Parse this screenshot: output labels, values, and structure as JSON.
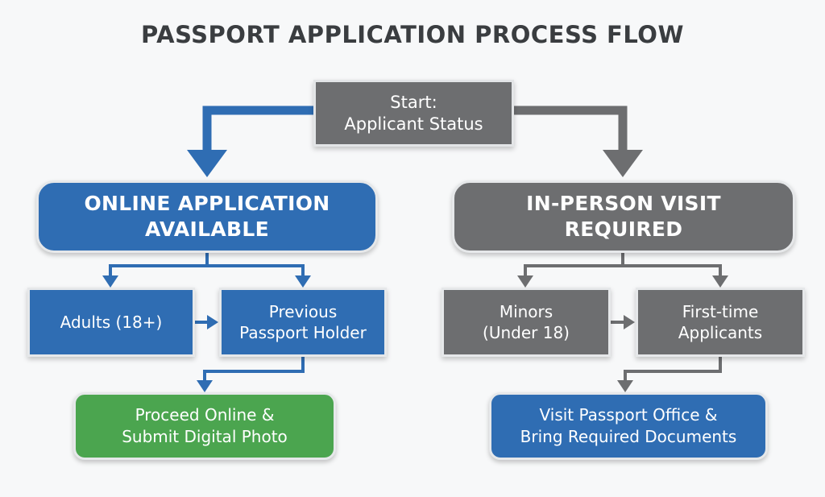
{
  "title": "PASSPORT APPLICATION PROCESS FLOW",
  "start": {
    "line1": "Start:",
    "line2": "Applicant Status"
  },
  "online": {
    "header_line1": "ONLINE APPLICATION",
    "header_line2": "AVAILABLE",
    "categories": [
      {
        "line1": "Adults (18+)"
      },
      {
        "line1": "Previous",
        "line2": "Passport Holder"
      }
    ],
    "result": {
      "line1": "Proceed Online &",
      "line2": "Submit Digital Photo"
    }
  },
  "in_person": {
    "header_line1": "IN-PERSON VISIT",
    "header_line2": "REQUIRED",
    "categories": [
      {
        "line1": "Minors",
        "line2": "(Under 18)"
      },
      {
        "line1": "First-time",
        "line2": "Applicants"
      }
    ],
    "result": {
      "line1": "Visit Passport Office &",
      "line2": "Bring Required Documents"
    }
  },
  "colors": {
    "blue": "#2f6db3",
    "gray": "#6d6e70",
    "green": "#4ba54f",
    "background": "#f7f8f9",
    "title": "#3a3d40"
  }
}
